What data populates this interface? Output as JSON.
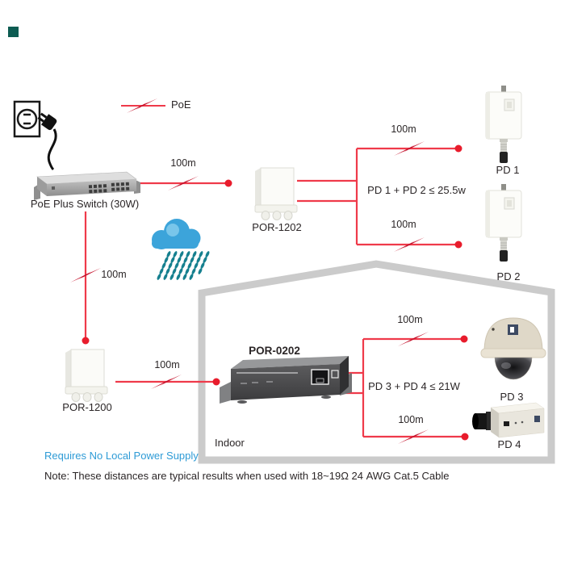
{
  "brand": {
    "mark_color": "#0d5c52"
  },
  "legend": {
    "label": "PoE"
  },
  "devices": {
    "poe_switch": {
      "label": "PoE Plus Switch (30W)"
    },
    "por1202": {
      "label": "POR-1202"
    },
    "por1200": {
      "label": "POR-1200"
    },
    "por0202": {
      "label": "POR-0202"
    },
    "pd1": {
      "label": "PD 1"
    },
    "pd2": {
      "label": "PD 2"
    },
    "pd3": {
      "label": "PD 3"
    },
    "pd4": {
      "label": "PD 4"
    }
  },
  "links": [
    {
      "id": "switch-to-por1202",
      "label": "100m"
    },
    {
      "id": "switch-to-por1200",
      "label": "100m"
    },
    {
      "id": "por1202-to-pd1",
      "label": "100m"
    },
    {
      "id": "por1202-to-pd2",
      "label": "100m"
    },
    {
      "id": "por1200-to-por0202",
      "label": "100m"
    },
    {
      "id": "por0202-to-pd3",
      "label": "100m"
    },
    {
      "id": "por0202-to-pd4",
      "label": "100m"
    }
  ],
  "power_budgets": {
    "group1": "PD 1 + PD 2 ≤ 25.5w",
    "group2": "PD 3 + PD 4 ≤ 21W"
  },
  "zone": {
    "indoor": "Indoor"
  },
  "footer": {
    "highlight": "Requires No Local Power Supply",
    "note": "Note: These distances are typical results when used with 18~19Ω 24 AWG Cat.5 Cable"
  },
  "colors": {
    "cable_red": "#ef3a4a",
    "bolt_red": "#c4112b",
    "dot_red": "#e81c2c",
    "house_gray": "#cbcbcb",
    "cloud_blue": "#3ca4da",
    "rain_teal": "#16808f",
    "highlight_blue": "#2e9bd6",
    "text_dark": "#2b2627"
  }
}
